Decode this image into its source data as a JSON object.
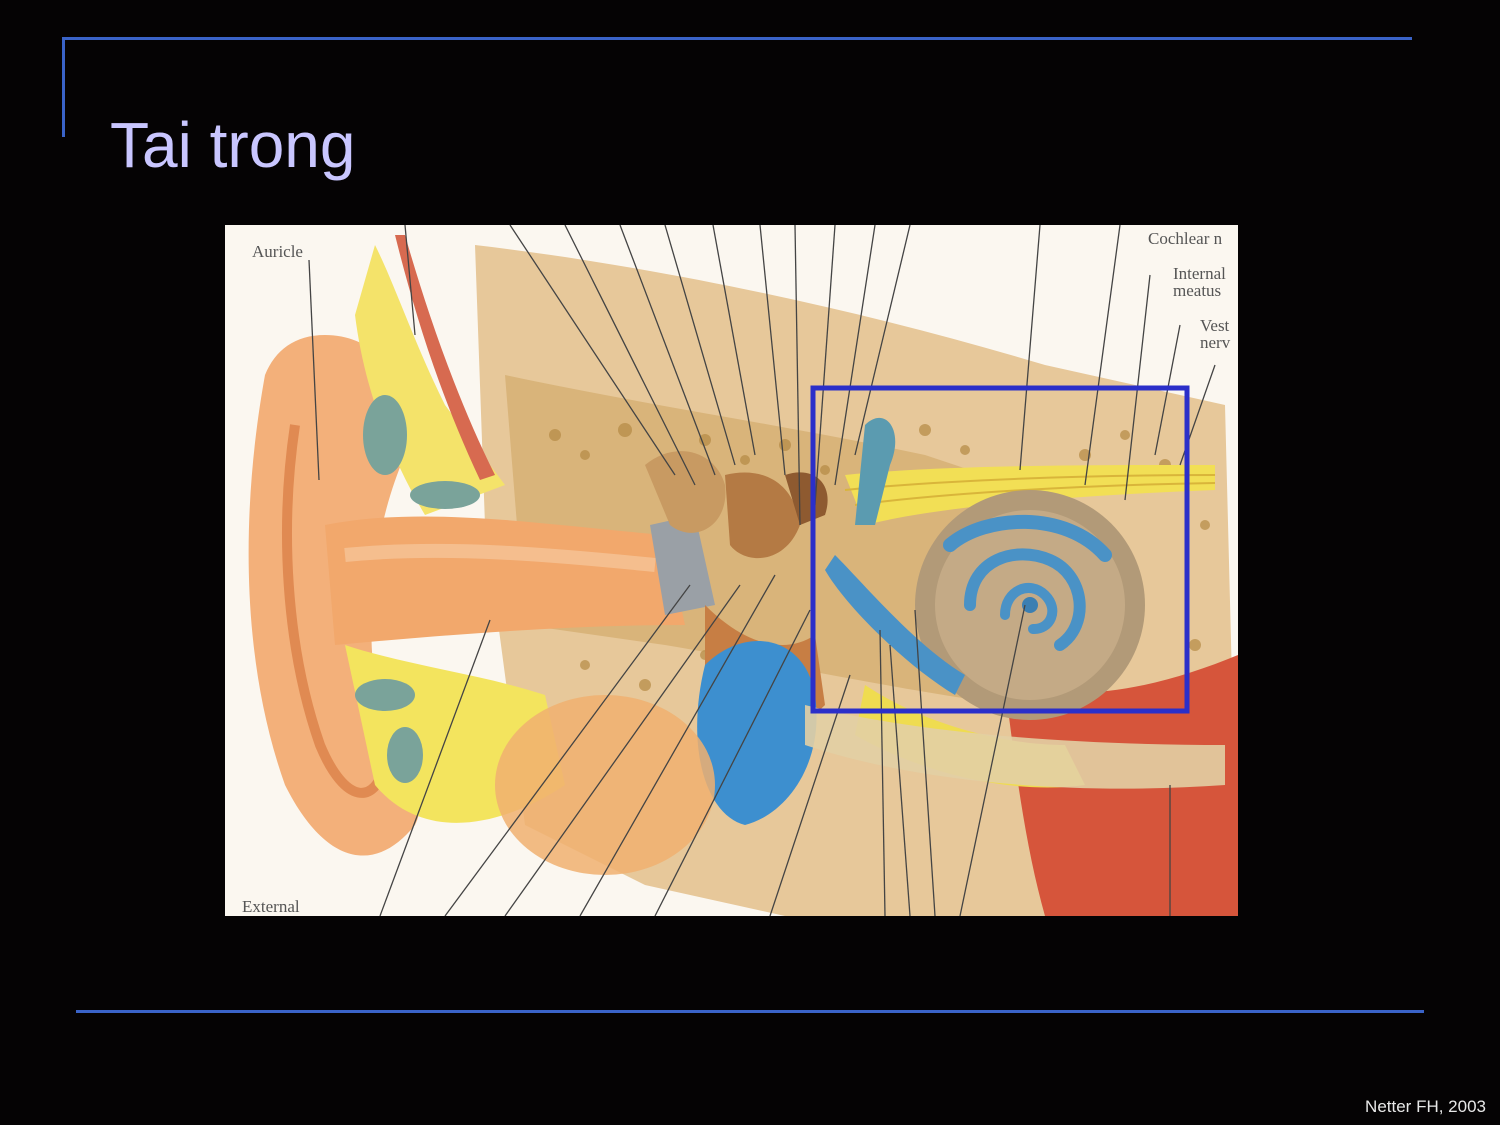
{
  "slide": {
    "title": "Tai trong",
    "credit": "Netter FH, 2003"
  },
  "figure": {
    "labels": {
      "auricle": "Auricle",
      "external": "External",
      "cochlear": "Cochlear n",
      "internal_1": "Internal",
      "internal_2": "meatus",
      "vest_1": "Vest",
      "vest_2": "nerv"
    },
    "highlight_color": "#2b2fc9",
    "rule_color": "#3a63c8"
  }
}
